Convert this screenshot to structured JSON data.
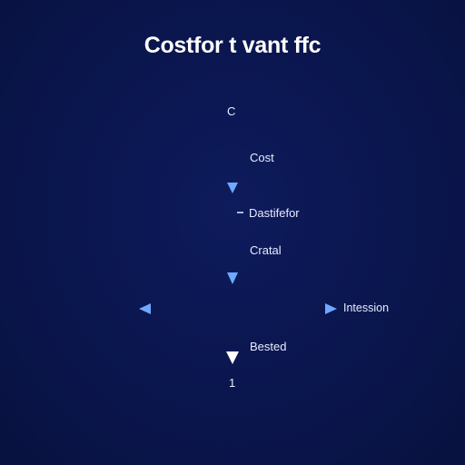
{
  "title": "Costfor t vant ffc",
  "nodes": {
    "top": "C",
    "cost": "Cost",
    "destfector": "Dastifefor",
    "crat": "Cratal",
    "intersection": "Intession",
    "bested": "Bested",
    "bottom": "1"
  },
  "colors": {
    "background": "#0b1650",
    "arrow": "#6ea8ff",
    "text": "#ffffff"
  }
}
